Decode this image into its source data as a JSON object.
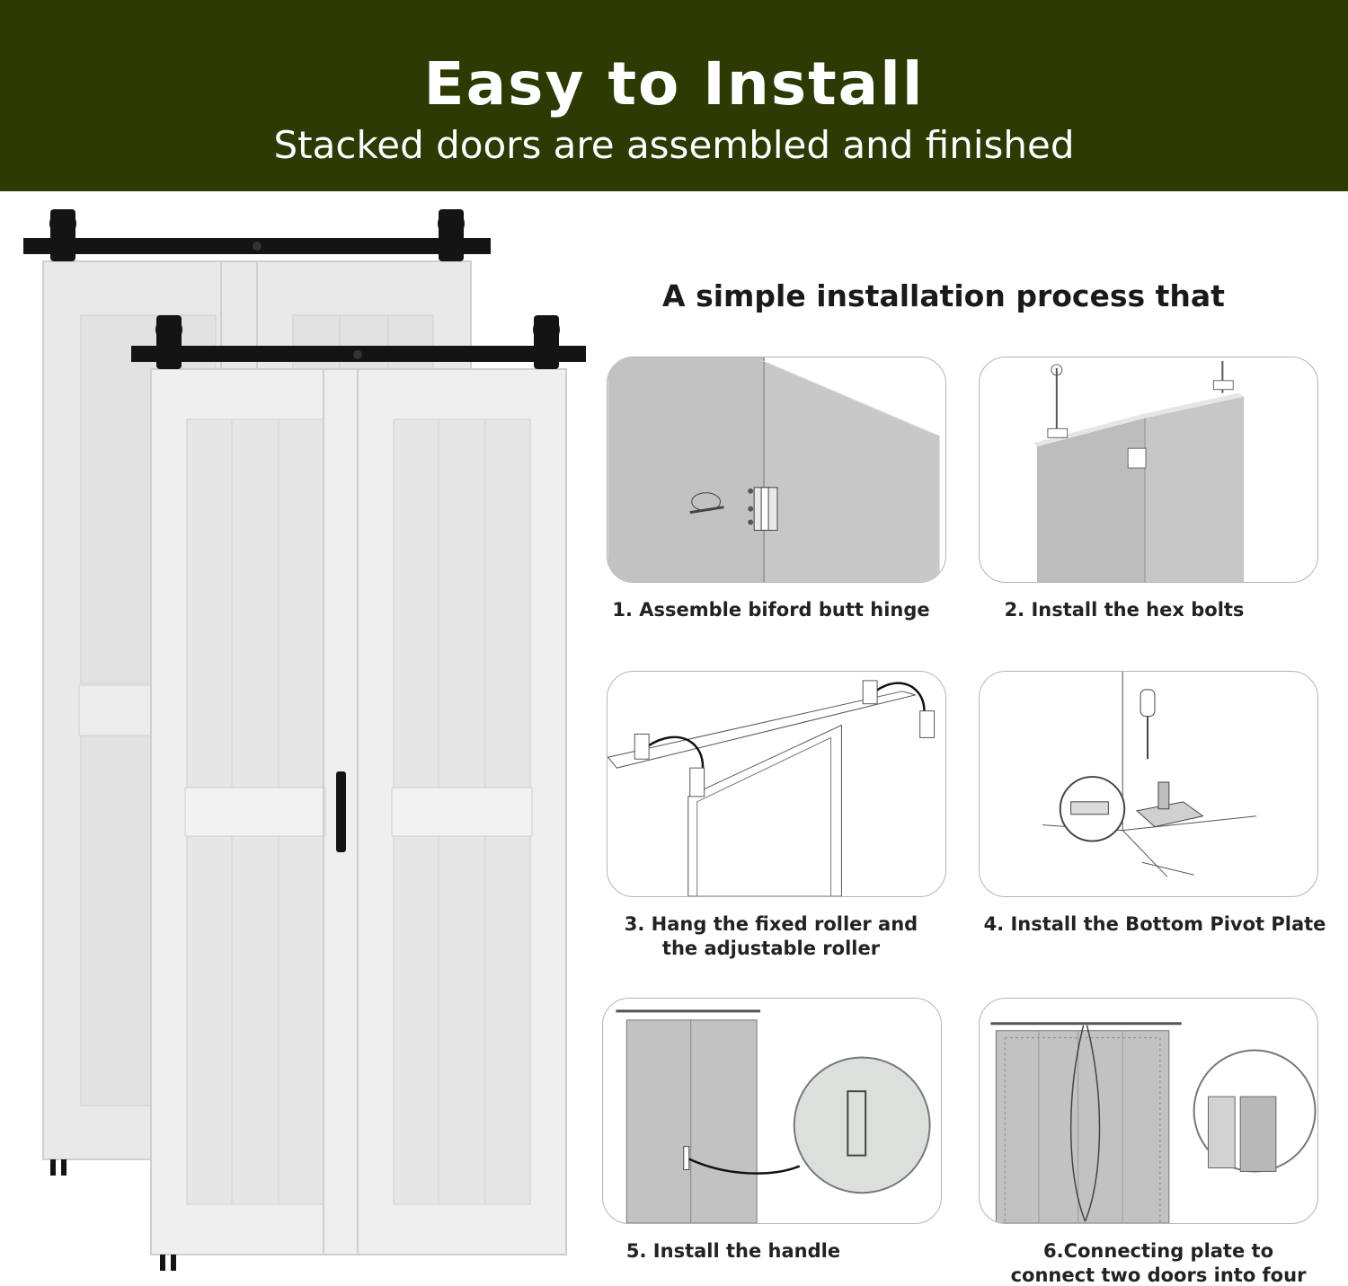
{
  "header": {
    "title": "Easy to Install",
    "subtitle": "Stacked doors are assembled and finished"
  },
  "process": {
    "heading": "A simple installation process that",
    "steps": [
      {
        "caption": "1. Assemble biford butt hinge"
      },
      {
        "caption": "2. Install the hex bolts"
      },
      {
        "caption_line1": "3. Hang the fixed roller and",
        "caption_line2": "the adjustable roller"
      },
      {
        "caption": "4. Install the Bottom Pivot Plate"
      },
      {
        "caption": "5. Install the handle"
      },
      {
        "caption_line1": "6.Connecting plate to",
        "caption_line2": "connect two doors into four"
      }
    ]
  },
  "colors": {
    "banner": "#2c3a04",
    "door": "#eeeeee",
    "hardware": "#141414",
    "illustration_gray": "#c2c2c2"
  }
}
